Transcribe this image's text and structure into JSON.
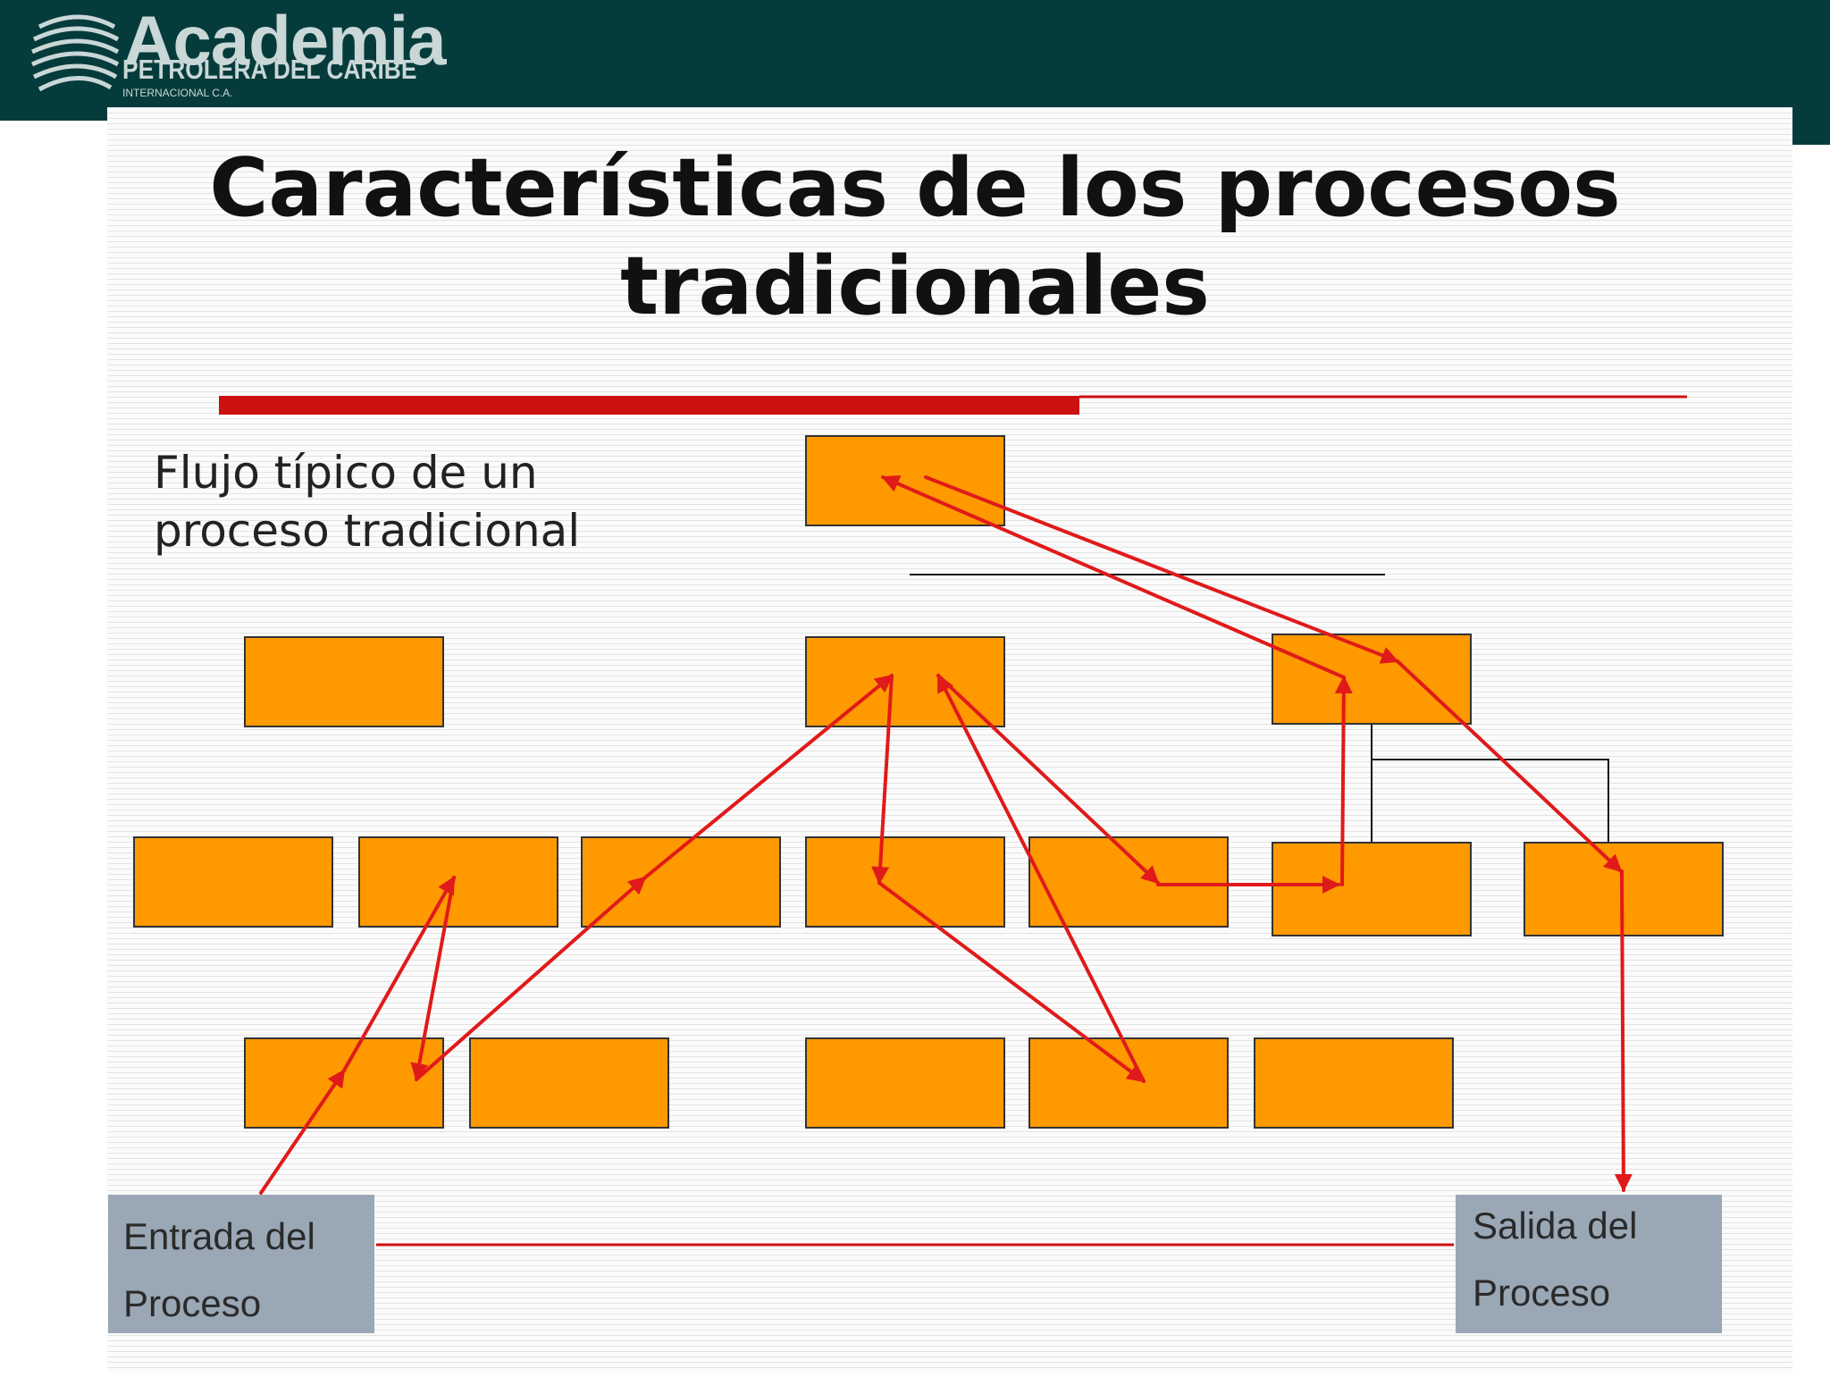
{
  "brand": {
    "name": "Academia",
    "subtitle": "PETROLERA DEL CARIBE",
    "subtitle2": "INTERNACIONAL C.A."
  },
  "title": {
    "line1": "Características de los procesos",
    "line2": "tradicionales"
  },
  "subtitle": {
    "line1": "Flujo típico de un",
    "line2": "proceso tradicional"
  },
  "input_box": {
    "line1": "Entrada del",
    "line2": "Proceso"
  },
  "output_box": {
    "line1": "Salida del",
    "line2": "Proceso"
  },
  "colors": {
    "header_bg": "#063b3c",
    "box_fill": "#ff9900",
    "arrow": "#e01a1a",
    "label_box": "#9aa7b5",
    "title_bar": "#cc1111"
  }
}
